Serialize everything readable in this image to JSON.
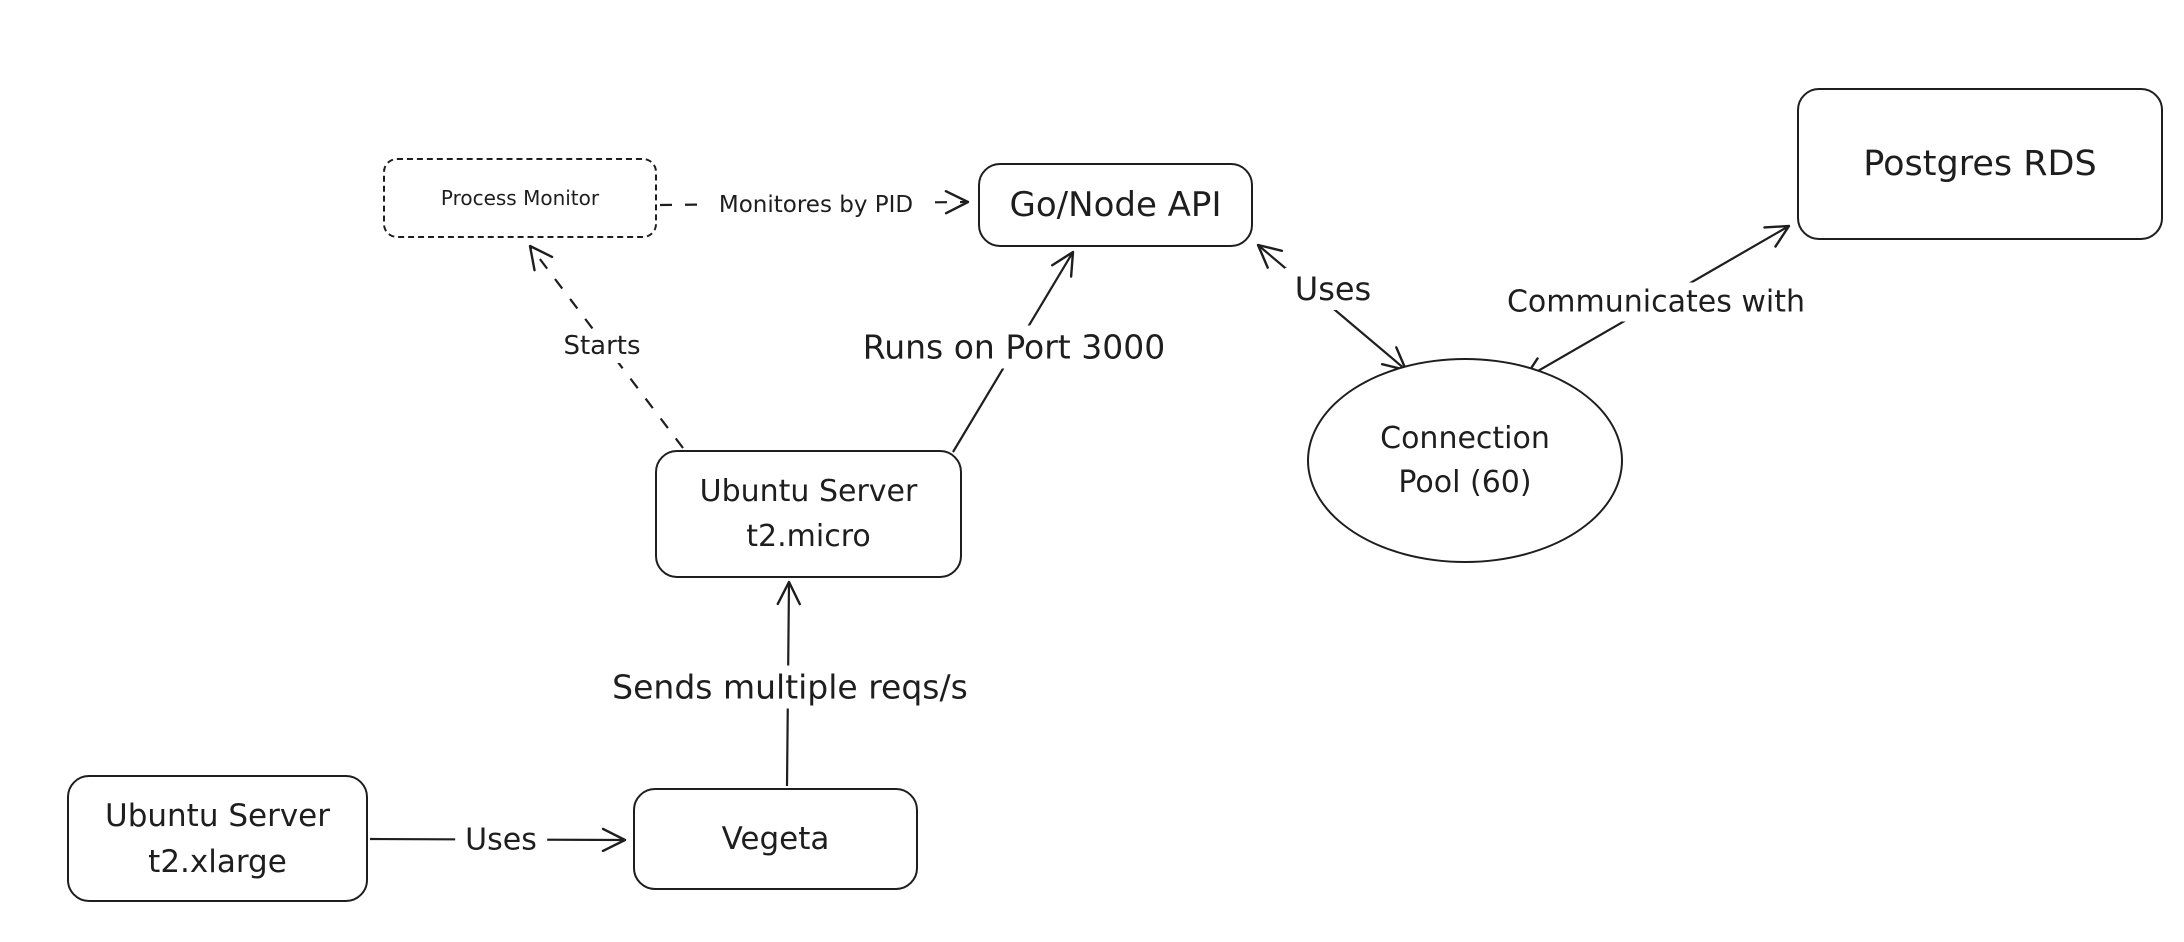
{
  "colors": {
    "background": "#ffffff",
    "stroke": "#1e1e1e"
  },
  "nodes": {
    "process_monitor": {
      "label": "Process Monitor",
      "shape": "rectangle-dashed"
    },
    "go_node_api": {
      "label": "Go/Node API",
      "shape": "rectangle"
    },
    "postgres_rds": {
      "label": "Postgres RDS",
      "shape": "rectangle"
    },
    "ubuntu_micro": {
      "line1": "Ubuntu Server",
      "line2": "t2.micro",
      "shape": "rectangle"
    },
    "connection_pool": {
      "line1": "Connection",
      "line2": "Pool (60)",
      "shape": "ellipse"
    },
    "ubuntu_xlarge": {
      "line1": "Ubuntu Server",
      "line2": "t2.xlarge",
      "shape": "rectangle"
    },
    "vegeta": {
      "label": "Vegeta",
      "shape": "rectangle"
    }
  },
  "edges": {
    "monitores_by_pid": {
      "label": "Monitores by PID",
      "from": "process_monitor",
      "to": "go_node_api",
      "style": "dashed",
      "arrowheads": "end"
    },
    "starts": {
      "label": "Starts",
      "from": "ubuntu_micro",
      "to": "process_monitor",
      "style": "dashed",
      "arrowheads": "end"
    },
    "runs_on_port": {
      "label": "Runs on Port 3000",
      "from": "ubuntu_micro",
      "to": "go_node_api",
      "style": "solid",
      "arrowheads": "end"
    },
    "uses_pool": {
      "label": "Uses",
      "from": "go_node_api",
      "to": "connection_pool",
      "style": "solid",
      "arrowheads": "both"
    },
    "communicates_with": {
      "label": "Communicates with",
      "from": "connection_pool",
      "to": "postgres_rds",
      "style": "solid",
      "arrowheads": "both"
    },
    "sends_reqs": {
      "label": "Sends multiple reqs/s",
      "from": "vegeta",
      "to": "ubuntu_micro",
      "style": "solid",
      "arrowheads": "end"
    },
    "uses_vegeta": {
      "label": "Uses",
      "from": "ubuntu_xlarge",
      "to": "vegeta",
      "style": "solid",
      "arrowheads": "end"
    }
  }
}
